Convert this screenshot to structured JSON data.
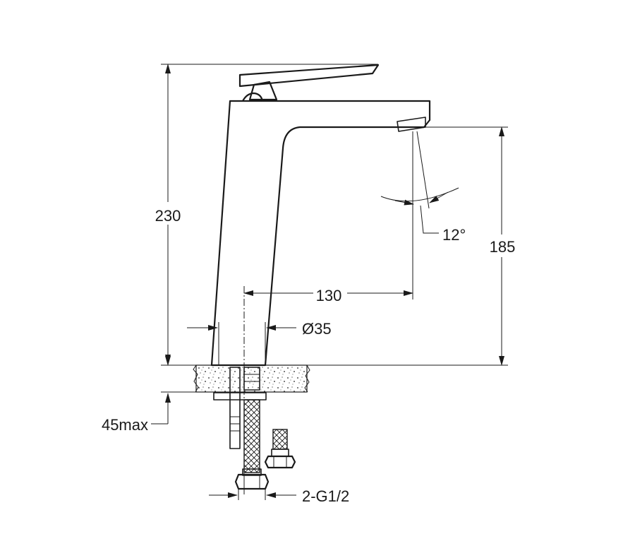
{
  "dimensions": {
    "height_total": "230",
    "spout_height": "185",
    "reach": "130",
    "body_diameter": "Ø35",
    "spout_angle": "12°",
    "max_deck_thickness": "45max",
    "connections": "2-G1/2"
  }
}
